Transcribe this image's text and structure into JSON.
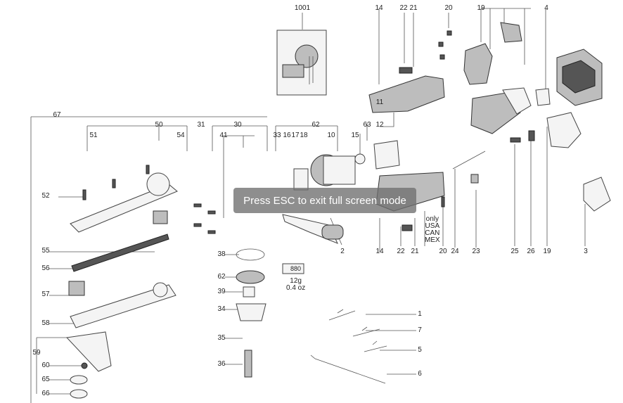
{
  "diagram": {
    "part_labels": [
      "1001",
      "14",
      "22",
      "21",
      "20",
      "19",
      "4",
      "67",
      "50",
      "51",
      "54",
      "31",
      "30",
      "41",
      "33",
      "16",
      "17",
      "18",
      "62",
      "10",
      "15",
      "63",
      "12",
      "11",
      "52",
      "2",
      "14",
      "22",
      "21",
      "20",
      "23",
      "24",
      "25",
      "26",
      "19",
      "3",
      "55",
      "56",
      "38",
      "62",
      "39",
      "57",
      "58",
      "34",
      "1",
      "7",
      "5",
      "35",
      "36",
      "59",
      "60",
      "6",
      "65",
      "66"
    ],
    "notes": {
      "region_note": "only\nUSA\nCAN\nMEX",
      "grease_weight": "12g\n0.4 oz",
      "grease_tube_label": "880"
    }
  },
  "overlay": {
    "message": "Press ESC to exit full screen mode"
  }
}
